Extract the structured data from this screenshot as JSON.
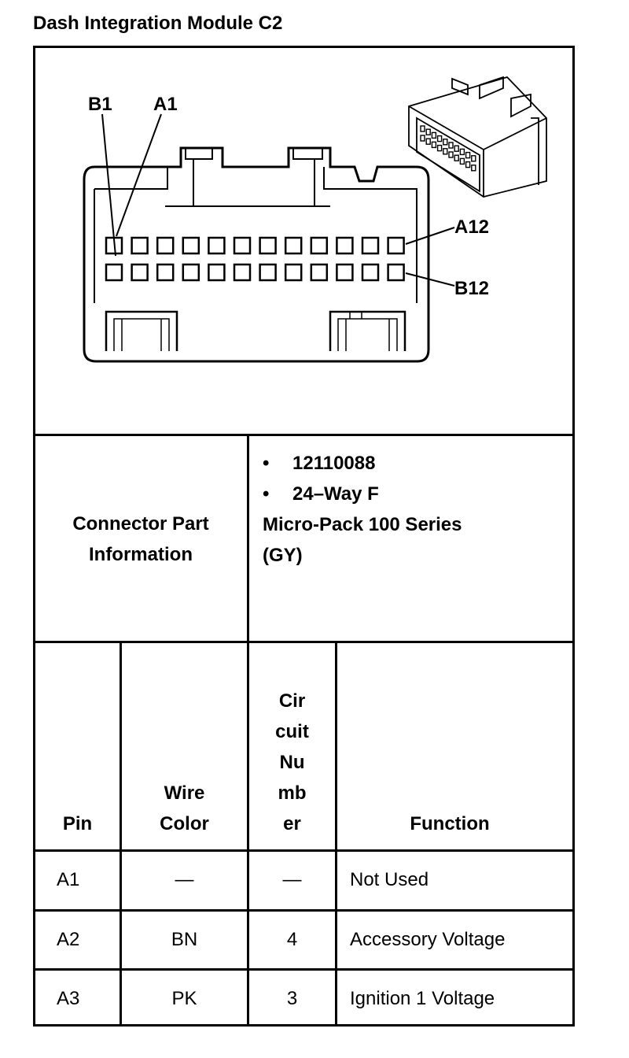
{
  "title": "Dash Integration Module C2",
  "diagram": {
    "labels": {
      "b1": "B1",
      "a1": "A1",
      "a12": "A12",
      "b12": "B12"
    }
  },
  "connector_info": {
    "label_line1": "Connector Part",
    "label_line2": "Information",
    "part_number": "12110088",
    "type": "24–Way F",
    "series": "Micro-Pack 100 Series",
    "color": "(GY)"
  },
  "table": {
    "headers": {
      "pin": "Pin",
      "wire_color": [
        "Wire",
        "Color"
      ],
      "circuit_number": [
        "Cir",
        "cuit",
        "Nu",
        "mb",
        "er"
      ],
      "function": "Function"
    },
    "rows": [
      {
        "pin": "A1",
        "wire_color": "—",
        "circuit": "—",
        "function": "Not Used"
      },
      {
        "pin": "A2",
        "wire_color": "BN",
        "circuit": "4",
        "function": "Accessory Voltage"
      },
      {
        "pin": "A3",
        "wire_color": "PK",
        "circuit": "3",
        "function": "Ignition 1 Voltage"
      }
    ]
  }
}
